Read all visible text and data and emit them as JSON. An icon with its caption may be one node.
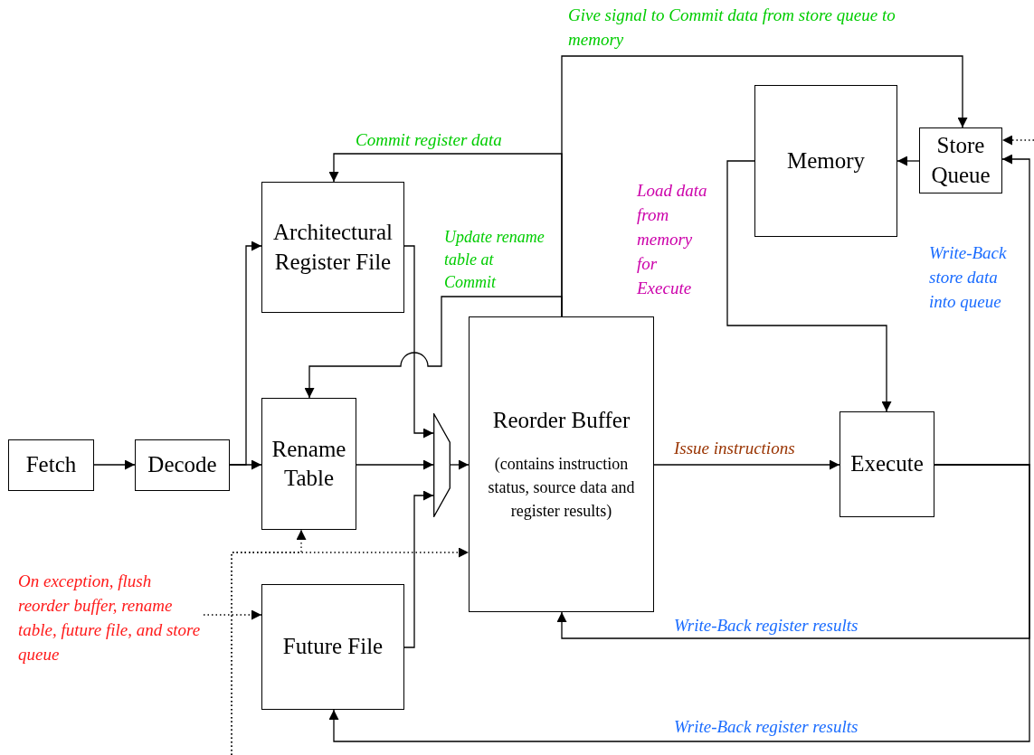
{
  "diagram": {
    "nodes": [
      {
        "text": [
          "Fetch"
        ]
      },
      {
        "text": [
          "Decode"
        ]
      },
      {
        "text": [
          "Architectural Register File"
        ]
      },
      {
        "text": [
          "Rename Table"
        ]
      },
      {
        "text": [
          "Future File"
        ]
      },
      {
        "text": [
          "Reorder Buffer",
          "(contains instruction status, source data and register results)"
        ]
      },
      {
        "text": [
          "Memory"
        ]
      },
      {
        "text": [
          "Store Queue"
        ]
      },
      {
        "text": [
          "Execute"
        ]
      },
      {
        "text": [],
        "shape": "trapezoid"
      },
      {
        "text": [
          "On exception, flush reorder buffer, rename table, future file, and store queue"
        ]
      }
    ],
    "edges": [
      {
        "from": 0,
        "to": 1,
        "arrow": "to"
      },
      {
        "from": 1,
        "to": 2,
        "arrow": "to"
      },
      {
        "from": 1,
        "to": 3,
        "arrow": "to"
      },
      {
        "from": 2,
        "to": 9,
        "arrow": "to"
      },
      {
        "from": 3,
        "to": 9,
        "arrow": "to"
      },
      {
        "from": 4,
        "to": 9,
        "arrow": "to"
      },
      {
        "from": 9,
        "to": 5,
        "arrow": "to"
      },
      {
        "from": 5,
        "to": 2,
        "arrow": "to",
        "label": "Commit register data"
      },
      {
        "from": 5,
        "to": 3,
        "arrow": "to",
        "label": "Update rename table at Commit"
      },
      {
        "from": 5,
        "to": 7,
        "arrow": "to",
        "label": "Give signal to Commit data from store queue to memory"
      },
      {
        "from": 7,
        "to": 6,
        "arrow": "to"
      },
      {
        "from": 6,
        "to": 8,
        "arrow": "to",
        "label": "Load data from memory for Execute"
      },
      {
        "from": 5,
        "to": 8,
        "arrow": "to",
        "label": "Issue instructions"
      },
      {
        "from": 8,
        "to": 7,
        "arrow": "to",
        "label": "Write-Back store data into queue"
      },
      {
        "from": 8,
        "to": 5,
        "arrow": "to",
        "label": "Write-Back register results"
      },
      {
        "from": 8,
        "to": 4,
        "arrow": "to",
        "label": "Write-Back register results"
      },
      {
        "from": null,
        "to": 3,
        "arrow": "to",
        "style": "dashed"
      },
      {
        "from": null,
        "to": 5,
        "arrow": "to",
        "style": "dashed"
      },
      {
        "from": null,
        "to": 7,
        "arrow": "to",
        "style": "dashed"
      },
      {
        "from": 10,
        "to": 4,
        "arrow": "to",
        "style": "dashed"
      }
    ]
  }
}
